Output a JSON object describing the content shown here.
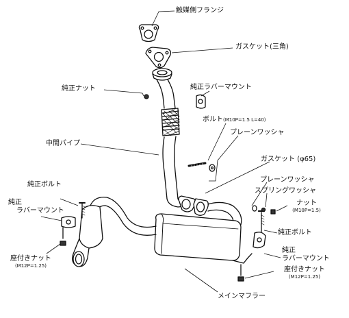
{
  "parts": {
    "catalyst_flange": "触媒側フランジ",
    "gasket_triangle": "ガスケット(三角)",
    "stock_nut_top": "純正ナット",
    "stock_rubber_mount_top": "純正ラバーマウント",
    "bolt": "ボルト",
    "bolt_spec": "(M10P=1.5 L=40)",
    "plain_washer_top": "プレーンワッシャ",
    "center_pipe": "中間パイプ",
    "gasket_65": "ガスケット (φ65)",
    "plain_washer_mid": "プレーンワッシャ",
    "spring_washer": "スプリングワッシャ",
    "nut_right": "ナット",
    "nut_right_spec": "(M10P=1.5)",
    "stock_bolt_left": "純正ボルト",
    "stock_rubber_mount_left_line1": "純正",
    "stock_rubber_mount_left_line2": "ラバーマウント",
    "stock_bolt_right": "純正ボルト",
    "stock_rubber_mount_right_line1": "純正",
    "stock_rubber_mount_right_line2": "ラバーマウント",
    "seated_nut_left": "座付きナット",
    "seated_nut_left_spec": "(M12P=1.25)",
    "seated_nut_right": "座付きナット",
    "seated_nut_right_spec": "(M12P=1.25)",
    "main_muffler": "メインマフラー"
  }
}
